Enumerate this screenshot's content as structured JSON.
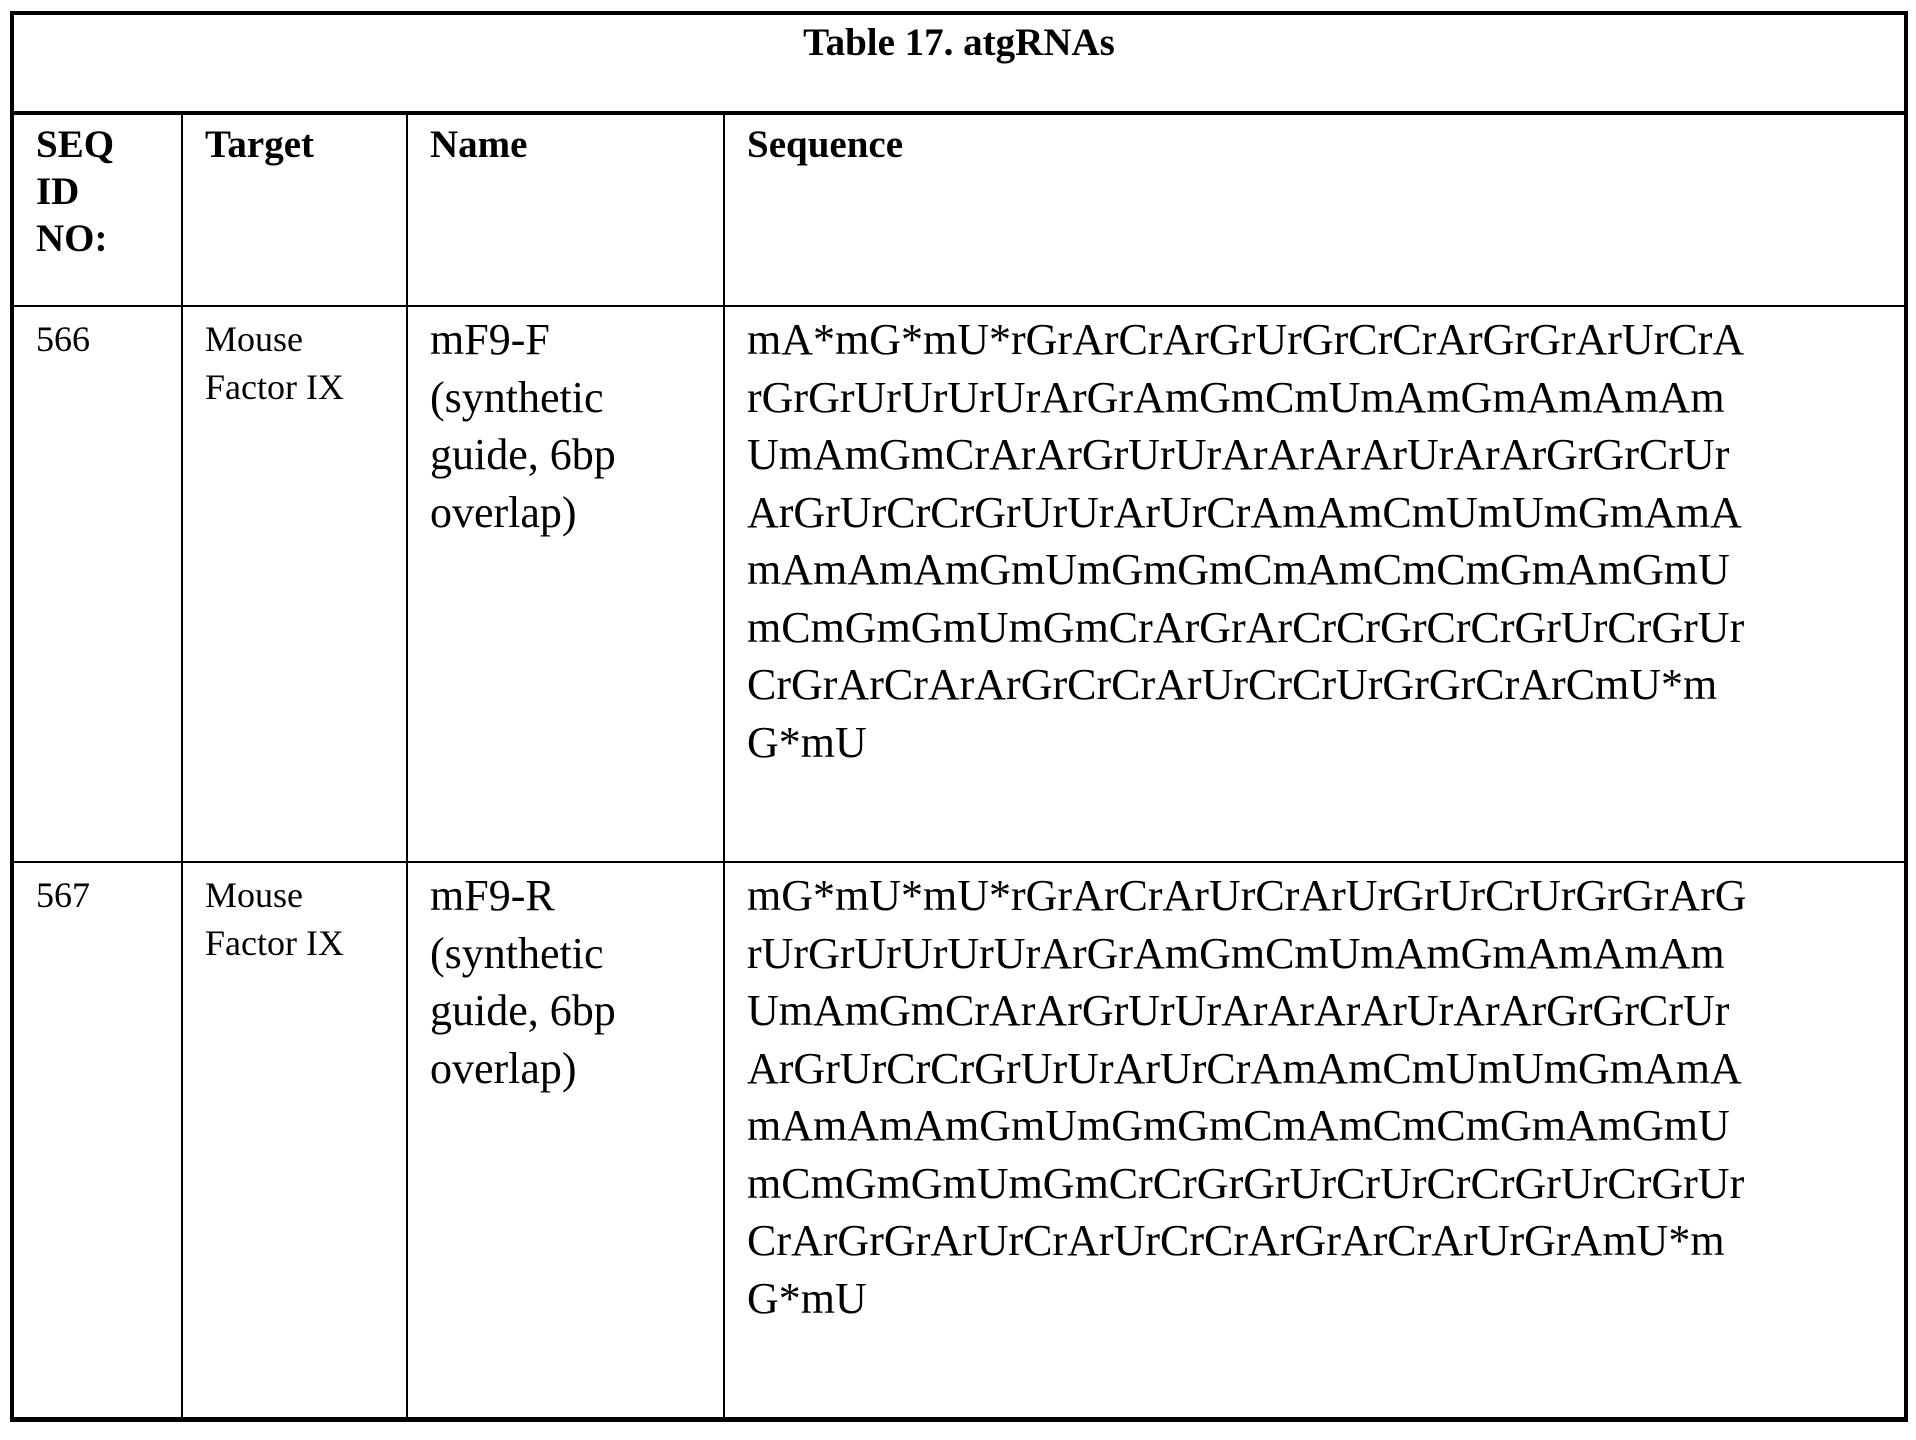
{
  "table": {
    "title": "Table 17. atgRNAs",
    "headers": {
      "seq_id": "SEQ\nID\nNO:",
      "target": "Target",
      "name": "Name",
      "sequence": "Sequence"
    },
    "rows": [
      {
        "seq_id": "566",
        "target": "Mouse\nFactor IX",
        "name": "mF9-F\n(synthetic\nguide, 6bp\noverlap)",
        "sequence_lines": [
          "mA*mG*mU*rGrArCrArGrUrGrCrCrArGrGrArUrCrA",
          "rGrGrUrUrUrUrArGrAmGmCmUmAmGmAmAmAm",
          "UmAmGmCrArArGrUrUrArArArArUrArArGrGrCrUr",
          "ArGrUrCrCrGrUrUrArUrCrAmAmCmUmUmGmAmA",
          "mAmAmAmGmUmGmGmCmAmCmCmGmAmGmU",
          "mCmGmGmUmGmCrArGrArCrCrGrCrCrGrUrCrGrUr",
          "CrGrArCrArArGrCrCrArUrCrCrUrGrGrCrArCmU*m",
          "G*mU"
        ]
      },
      {
        "seq_id": "567",
        "target": "Mouse\nFactor IX",
        "name": "mF9-R\n(synthetic\nguide, 6bp\noverlap)",
        "sequence_lines": [
          "mG*mU*mU*rGrArCrArUrCrArUrGrUrCrUrGrGrArG",
          "rUrGrUrUrUrUrArGrAmGmCmUmAmGmAmAmAm",
          "UmAmGmCrArArGrUrUrArArArArUrArArGrGrCrUr",
          "ArGrUrCrCrGrUrUrArUrCrAmAmCmUmUmGmAmA",
          "mAmAmAmGmUmGmGmCmAmCmCmGmAmGmU",
          "mCmGmGmUmGmCrCrGrGrUrCrUrCrCrGrUrCrGrUr",
          "CrArGrGrArUrCrArUrCrCrArGrArCrArUrGrAmU*m",
          "G*mU"
        ]
      }
    ]
  }
}
